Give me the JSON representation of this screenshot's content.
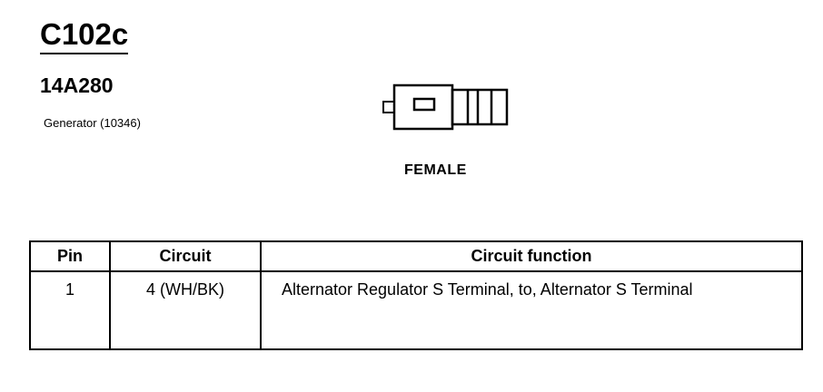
{
  "connector": {
    "id": "C102c",
    "part_number": "14A280",
    "component": "Generator (10346)",
    "gender": "FEMALE"
  },
  "pin_table": {
    "headers": {
      "pin": "Pin",
      "circuit": "Circuit",
      "function": "Circuit function"
    },
    "rows": [
      {
        "pin": "1",
        "circuit": "4 (WH/BK)",
        "function": "Alternator Regulator S Terminal, to, Alternator S Terminal"
      }
    ]
  }
}
